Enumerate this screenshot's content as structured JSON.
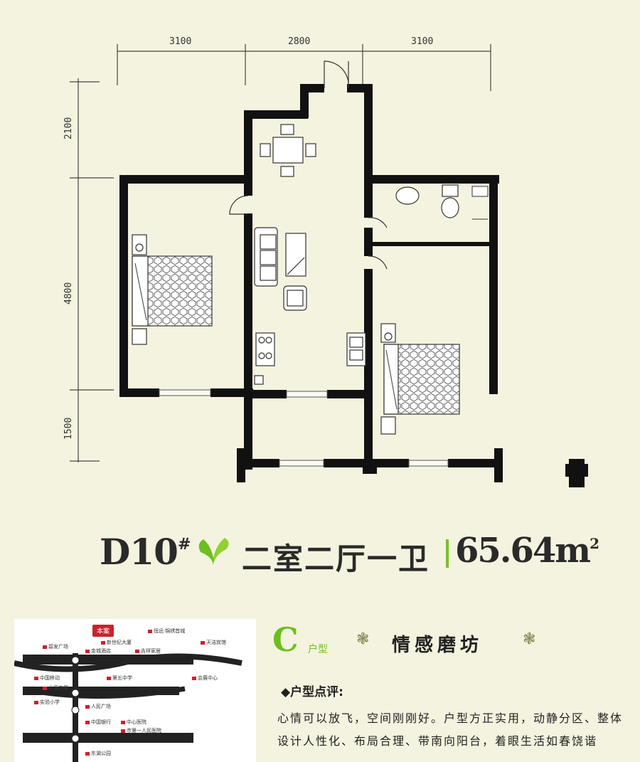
{
  "plan": {
    "dims_top": [
      "3100",
      "2800",
      "3100"
    ],
    "dims_left": [
      "2100",
      "4800",
      "1500"
    ]
  },
  "title": {
    "code": "D10",
    "code_mark": "#",
    "rooms": "二室二厅一卫",
    "area": "65.64m",
    "area_sup": "2"
  },
  "map": {
    "badge": "本案",
    "labels": [
      "恒远·锦绣首城",
      "碧发广场",
      "新世纪大厦",
      "金城酒店",
      "吉祥家居",
      "天洁宾馆",
      "中国移动",
      "第五中学",
      "大唐商厦",
      "会展中心",
      "实验小学",
      "人民广场",
      "中国银行",
      "中心医院",
      "市第一人民医院",
      "东湖公园"
    ]
  },
  "section": {
    "letter": "C",
    "type_label": "户型",
    "name": "情感磨坊",
    "review_title": "◆户型点评:",
    "review_body": "心情可以放飞，空间刚刚好。户型方正实用，动静分区、整体设计人性化、布局合理、带南向阳台，着眼生活如春饶谐"
  }
}
